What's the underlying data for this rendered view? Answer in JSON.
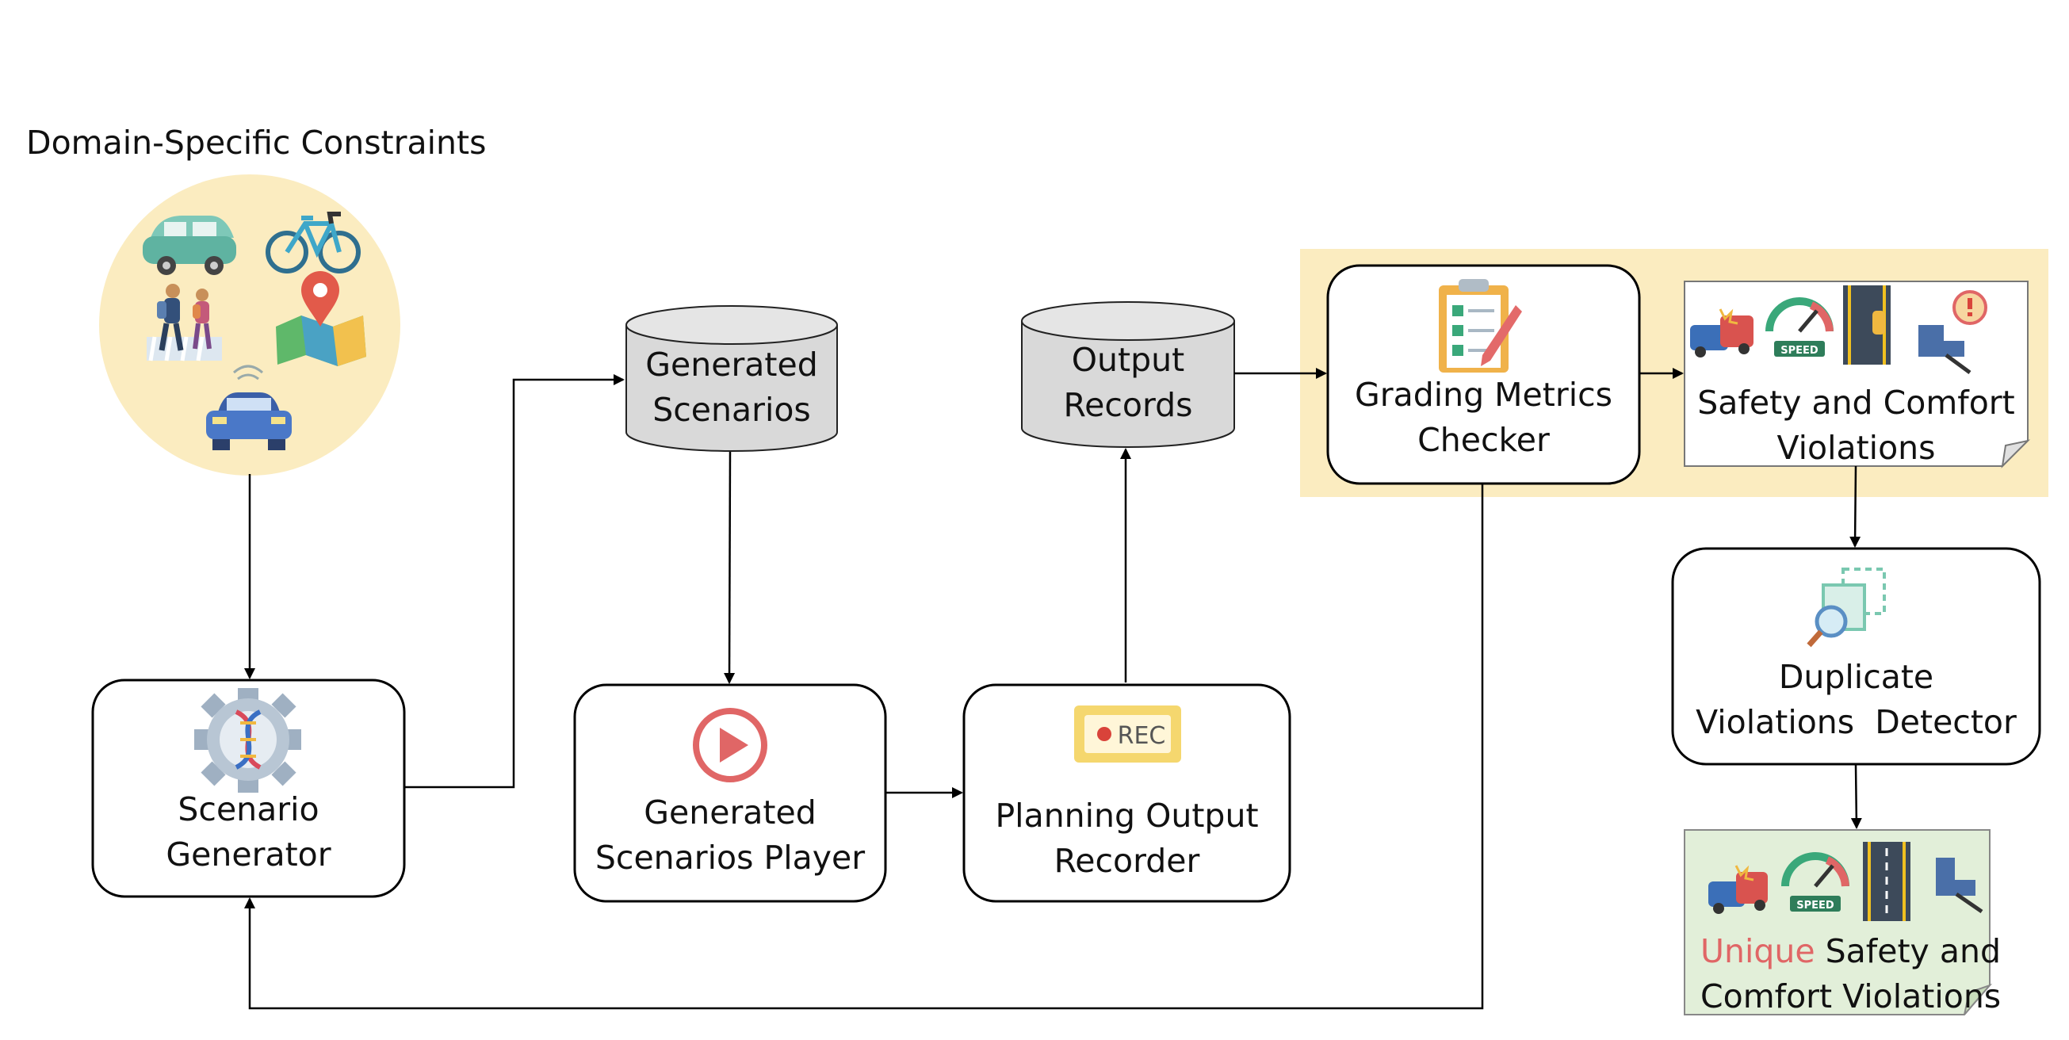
{
  "title": "Domain-Specific Constraints",
  "nodes": {
    "generated_scenarios_db": [
      "Generated",
      "Scenarios"
    ],
    "output_records_db": [
      "Output",
      "Records"
    ],
    "grading_metrics_checker": [
      "Grading Metrics",
      "Checker"
    ],
    "safety_comfort_violations": [
      "Safety and Comfort",
      "Violations"
    ],
    "duplicate_violations_detector": [
      "Duplicate",
      "Violations  Detector"
    ],
    "scenario_generator": [
      "Scenario",
      "Generator"
    ],
    "scenarios_player": [
      "Generated",
      "Scenarios Player"
    ],
    "planning_output_recorder": [
      "Planning Output",
      "Recorder"
    ],
    "unique_violations": {
      "highlight": "Unique",
      "line1_rest": " Safety and",
      "line2": "Comfort Violations"
    }
  },
  "icons": {
    "rec_label": "REC",
    "speed_label": "SPEED",
    "names": [
      "car-icon",
      "bicycle-icon",
      "pedestrians-icon",
      "map-pin-icon",
      "connected-car-icon",
      "dna-gear-icon",
      "play-icon",
      "rec-icon",
      "checklist-icon",
      "crash-icon",
      "speedometer-icon",
      "lane-icon",
      "brake-pedal-icon",
      "duplicate-search-icon"
    ]
  },
  "colors": {
    "highlight_band": "#fbecc0",
    "circle_fill": "#fbecc0",
    "db_fill": "#d9d9d9",
    "green_doc": "#e2efd9",
    "unique_red": "#e06666"
  }
}
